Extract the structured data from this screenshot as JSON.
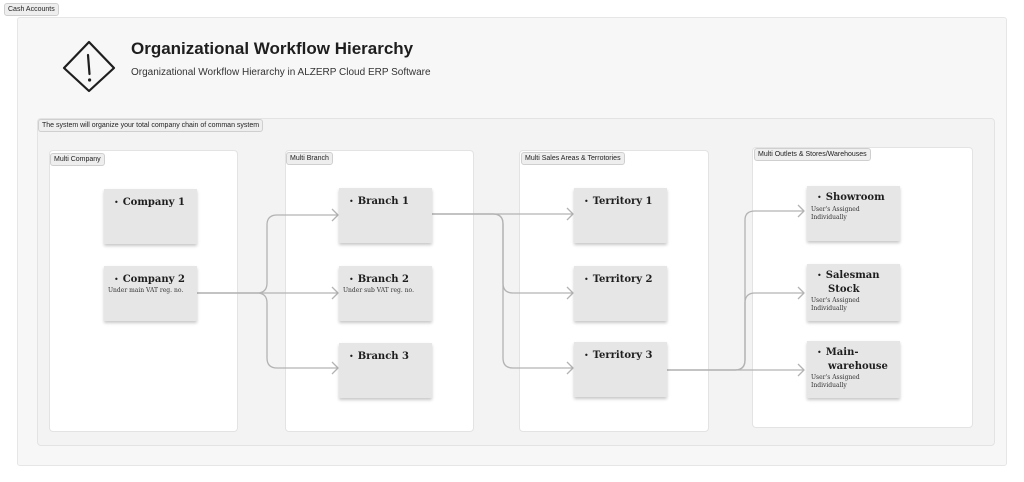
{
  "page_tag": "Cash Accounts",
  "header": {
    "title": "Organizational Workflow Hierarchy",
    "subtitle": "Organizational Workflow Hierarchy in ALZERP Cloud ERP Software",
    "icon": "warning-icon"
  },
  "system_label": "The system will organize your total company chain of comman system",
  "columns": {
    "company": {
      "label": "Multi Company",
      "cards": [
        {
          "label": "Company 1",
          "note": ""
        },
        {
          "label": "Company 2",
          "note": "Under main VAT reg. no."
        }
      ]
    },
    "branch": {
      "label": "Multi Branch",
      "cards": [
        {
          "label": "Branch 1",
          "note": ""
        },
        {
          "label": "Branch 2",
          "note": "Under sub VAT reg. no."
        },
        {
          "label": "Branch 3",
          "note": ""
        }
      ]
    },
    "territory": {
      "label": "Multi Sales Areas & Terrotories",
      "cards": [
        {
          "label": "Territory 1",
          "note": ""
        },
        {
          "label": "Territory 2",
          "note": ""
        },
        {
          "label": "Territory 3",
          "note": ""
        }
      ]
    },
    "outlets": {
      "label": "Multi Outlets & Stores/Warehouses",
      "cards": [
        {
          "label_line1": "Showroom",
          "label_line2": "",
          "note_line1": "User's Assigned",
          "note_line2": "Individually"
        },
        {
          "label_line1": "Salesman",
          "label_line2": "Stock",
          "note_line1": "User's Assigned",
          "note_line2": "Individually"
        },
        {
          "label_line1": "Main-",
          "label_line2": "warehouse",
          "note_line1": "User's Assigned",
          "note_line2": "Individually"
        }
      ]
    }
  },
  "bullet": "•",
  "colors": {
    "card": "#e6e6e6",
    "connector": "#b3b3b3",
    "column_bg": "#ffffff",
    "frame_bg": "#f7f7f7"
  }
}
